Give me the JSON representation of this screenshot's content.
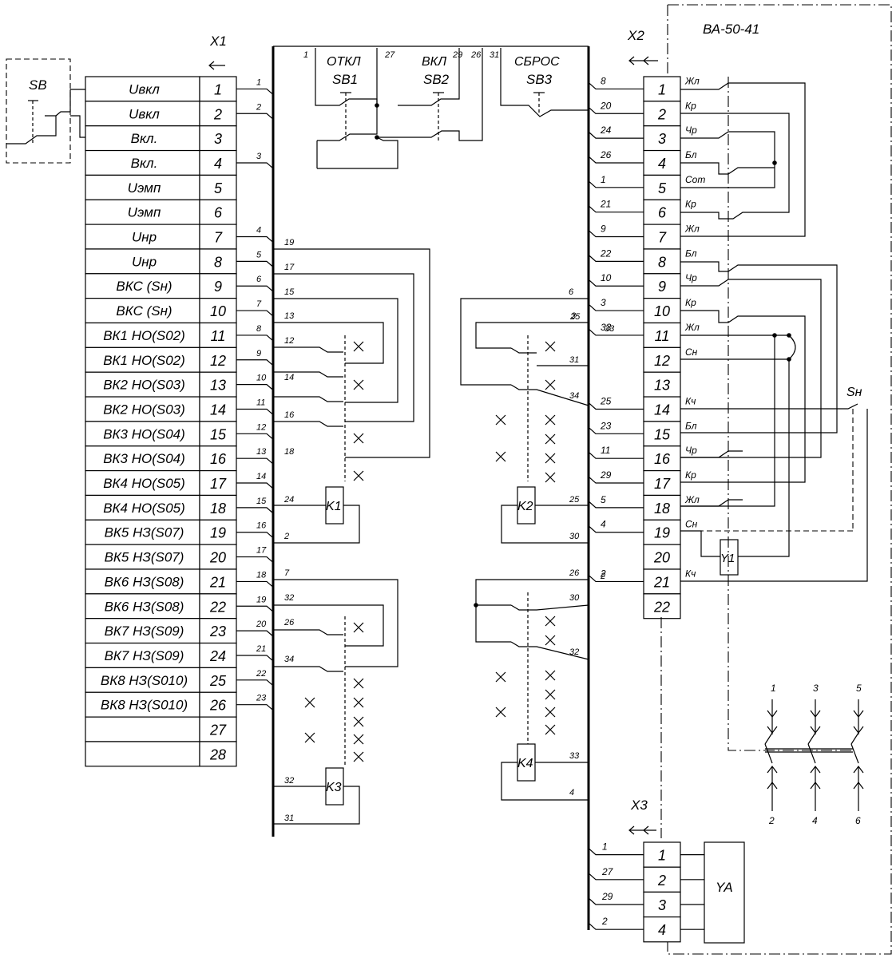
{
  "x1": {
    "title": "X1",
    "rows": [
      {
        "n": "1",
        "label": "Uвкл",
        "wire": "1"
      },
      {
        "n": "2",
        "label": "Uвкл",
        "wire": "2"
      },
      {
        "n": "3",
        "label": "Вкл.",
        "wire": ""
      },
      {
        "n": "4",
        "label": "Вкл.",
        "wire": "3"
      },
      {
        "n": "5",
        "label": "Uэмп",
        "wire": ""
      },
      {
        "n": "6",
        "label": "Uэмп",
        "wire": ""
      },
      {
        "n": "7",
        "label": "Uнр",
        "wire": "4"
      },
      {
        "n": "8",
        "label": "Uнр",
        "wire": "5"
      },
      {
        "n": "9",
        "label": "ВКС (Sн)",
        "wire": "6"
      },
      {
        "n": "10",
        "label": "ВКС (Sн)",
        "wire": "7"
      },
      {
        "n": "11",
        "label": "ВК1 НО(S02)",
        "wire": "8"
      },
      {
        "n": "12",
        "label": "ВК1 НО(S02)",
        "wire": "9"
      },
      {
        "n": "13",
        "label": "ВК2 НО(S03)",
        "wire": "10"
      },
      {
        "n": "14",
        "label": "ВК2 НО(S03)",
        "wire": "11"
      },
      {
        "n": "15",
        "label": "ВК3 НО(S04)",
        "wire": "12"
      },
      {
        "n": "16",
        "label": "ВК3 НО(S04)",
        "wire": "13"
      },
      {
        "n": "17",
        "label": "ВК4 НО(S05)",
        "wire": "14"
      },
      {
        "n": "18",
        "label": "ВК4 НО(S05)",
        "wire": "15"
      },
      {
        "n": "19",
        "label": "ВК5 НЗ(S07)",
        "wire": "16"
      },
      {
        "n": "20",
        "label": "ВК5 НЗ(S07)",
        "wire": "17"
      },
      {
        "n": "21",
        "label": "ВК6 НЗ(S08)",
        "wire": "18"
      },
      {
        "n": "22",
        "label": "ВК6 НЗ(S08)",
        "wire": "19"
      },
      {
        "n": "23",
        "label": "ВК7 НЗ(S09)",
        "wire": "20"
      },
      {
        "n": "24",
        "label": "ВК7 НЗ(S09)",
        "wire": "21"
      },
      {
        "n": "25",
        "label": "ВК8 НЗ(S010)",
        "wire": "22"
      },
      {
        "n": "26",
        "label": "ВК8 НЗ(S010)",
        "wire": "23"
      },
      {
        "n": "27",
        "label": "",
        "wire": ""
      },
      {
        "n": "28",
        "label": "",
        "wire": ""
      }
    ]
  },
  "x2": {
    "title": "X2",
    "rows": [
      {
        "n": "1",
        "left": "8",
        "right": "Жл"
      },
      {
        "n": "2",
        "left": "20",
        "right": "Кр"
      },
      {
        "n": "3",
        "left": "24",
        "right": "Чр"
      },
      {
        "n": "4",
        "left": "26",
        "right": "Бл"
      },
      {
        "n": "5",
        "left": "1",
        "right": "Сот"
      },
      {
        "n": "6",
        "left": "21",
        "right": "Кр"
      },
      {
        "n": "7",
        "left": "9",
        "right": "Жл"
      },
      {
        "n": "8",
        "left": "22",
        "right": "Бл"
      },
      {
        "n": "9",
        "left": "10",
        "right": "Чр"
      },
      {
        "n": "10",
        "left": "3",
        "right": "Кр"
      },
      {
        "n": "11",
        "left": "33",
        "right": "Жл"
      },
      {
        "n": "12",
        "left": "",
        "right": "Сн"
      },
      {
        "n": "13",
        "left": "",
        "right": ""
      },
      {
        "n": "14",
        "left": "25",
        "right": "Кч"
      },
      {
        "n": "15",
        "left": "23",
        "right": "Бл"
      },
      {
        "n": "16",
        "left": "11",
        "right": "Чр"
      },
      {
        "n": "17",
        "left": "29",
        "right": "Кр"
      },
      {
        "n": "18",
        "left": "5",
        "right": "Жл"
      },
      {
        "n": "19",
        "left": "4",
        "right": "Сн"
      },
      {
        "n": "20",
        "left": "",
        "right": ""
      },
      {
        "n": "21",
        "left": "2",
        "right": "Кч"
      },
      {
        "n": "22",
        "left": "",
        "right": ""
      }
    ]
  },
  "x3": {
    "title": "X3",
    "rows": [
      {
        "n": "1",
        "left": "1"
      },
      {
        "n": "2",
        "left": "27"
      },
      {
        "n": "3",
        "left": "29"
      },
      {
        "n": "4",
        "left": "2"
      }
    ]
  },
  "labels": {
    "breaker": "ВА-50-41",
    "sb": "SB",
    "sb1_name": "ОТКЛ",
    "sb1": "SB1",
    "sb2_name": "ВКЛ",
    "sb2": "SB2",
    "sb3_name": "СБРОС",
    "sb3": "SB3",
    "k1": "K1",
    "k2": "K2",
    "k3": "K3",
    "k4": "K4",
    "y1": "Y1",
    "ya": "YA",
    "sn": "Sн"
  },
  "inner_wires": {
    "sb_top": [
      "1",
      "27",
      "29",
      "26",
      "31"
    ],
    "k1_group": [
      "19",
      "17",
      "15",
      "13",
      "12",
      "14",
      "16",
      "18",
      "24",
      "2"
    ],
    "k3_group": [
      "7",
      "32",
      "26",
      "34",
      "32",
      "31"
    ],
    "k2_group": [
      "6",
      "3",
      "25",
      "33",
      "31",
      "34",
      "25",
      "30",
      "26",
      "2"
    ],
    "k4_group": [
      "30",
      "32",
      "33",
      "4"
    ]
  },
  "poles": {
    "top": [
      "1",
      "3",
      "5"
    ],
    "bottom": [
      "2",
      "4",
      "6"
    ]
  }
}
